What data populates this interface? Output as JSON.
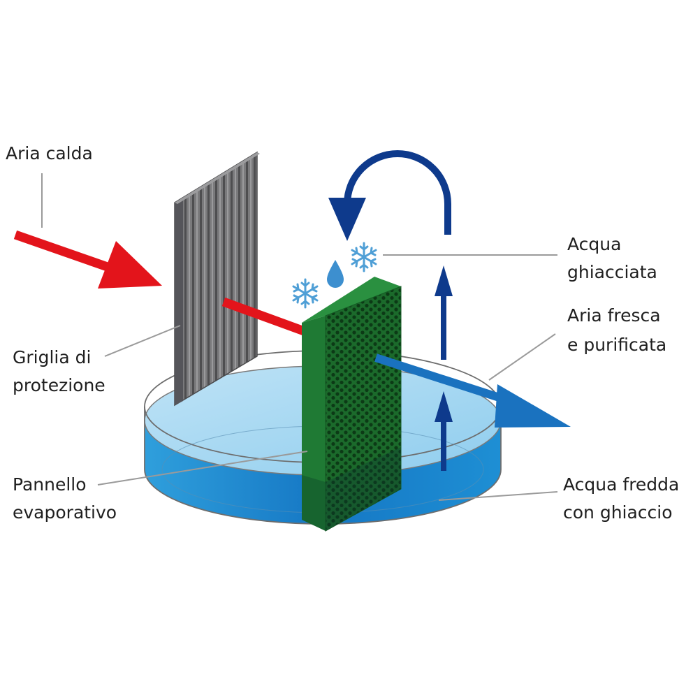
{
  "labels": {
    "aria_calda": "Aria calda",
    "griglia_line1": "Griglia di",
    "griglia_line2": "protezione",
    "pannello_line1": "Pannello",
    "pannello_line2": "evaporativo",
    "acqua_ghiacciata_line1": "Acqua",
    "acqua_ghiacciata_line2": "ghiacciata",
    "aria_fresca_line1": "Aria fresca",
    "aria_fresca_line2": "e purificata",
    "acqua_fredda_line1": "Acqua fredda",
    "acqua_fredda_line2": "con ghiaccio"
  },
  "icons": [
    "snowflake-icon",
    "water-drop-icon"
  ],
  "colors": {
    "hot_air": "#e3141b",
    "cool_air": "#1a72bf",
    "circulation": "#0e3a8c",
    "panel": "#1f7a34",
    "grille": "#6e6e70",
    "water": "#4aa6dc",
    "snowflake": "#4f9fd6"
  }
}
